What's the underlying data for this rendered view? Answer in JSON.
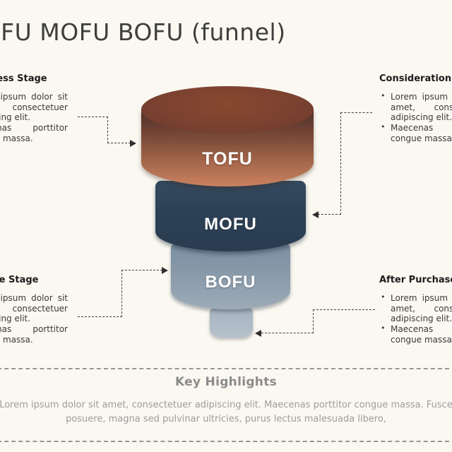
{
  "title": "TOFU MOFU BOFU (funnel)",
  "funnel": {
    "sections": [
      {
        "label": "TOFU",
        "color": "#7b4230"
      },
      {
        "label": "MOFU",
        "color": "#2d4156"
      },
      {
        "label": "BOFU",
        "color": "#8b9cab"
      }
    ],
    "stem_color": "#b0bcc7"
  },
  "stages": [
    {
      "heading": "Awareness Stage",
      "bullet_marker": "•",
      "bullets": [
        "Lorem ipsum dolor sit amet, consectetuer adipiscing elit.",
        "Maecenas porttitor congue massa."
      ]
    },
    {
      "heading": "Consideration Stage",
      "bullet_marker": "•",
      "bullets": [
        "Lorem ipsum dolor sit amet, consectetuer adipiscing elit.",
        "Maecenas porttitor congue massa."
      ]
    },
    {
      "heading": "Purchase Stage",
      "bullet_marker": "•",
      "bullets": [
        "Lorem ipsum dolor sit amet, consectetuer adipiscing elit.",
        "Maecenas porttitor congue massa."
      ]
    },
    {
      "heading": "After Purchase Stage",
      "bullet_marker": "•",
      "bullets": [
        "Lorem ipsum dolor sit amet, consectetuer adipiscing elit.",
        "Maecenas porttitor congue massa."
      ]
    }
  ],
  "key_highlights": {
    "heading": "Key Highlights",
    "line1": "Lorem ipsum dolor sit amet, consectetuer adipiscing elit. Maecenas porttitor congue massa. Fusce",
    "line2": "posuere, magna sed pulvinar ultricies, purus lectus malesuada libero,"
  },
  "colors": {
    "background": "#faf8f1",
    "title_text": "#3e3e3d",
    "body_text": "#3a3a3a",
    "muted_text": "#9c9c9c",
    "connector": "#3f3f3f"
  }
}
